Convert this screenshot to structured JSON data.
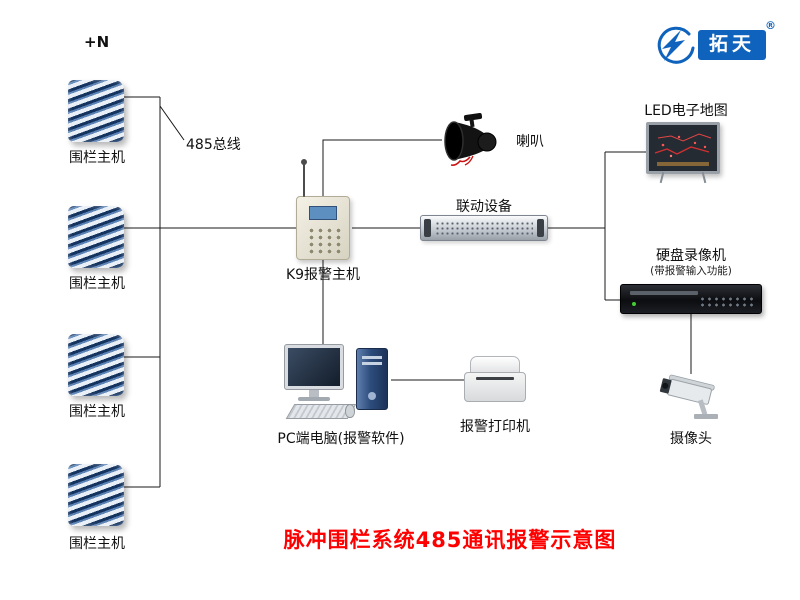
{
  "page": {
    "title": "脉冲围栏系统485通讯报警示意图",
    "title_color": "#ff0000",
    "background_color": "#ffffff",
    "line_color": "#1a1a1a"
  },
  "logo": {
    "brand": "拓天",
    "registered_mark": "®",
    "brand_color": "#0f63bc",
    "brand_text_color": "#ffffff"
  },
  "annotations": {
    "host_count": "+N",
    "bus_label": "485总线"
  },
  "nodes": {
    "fence_hosts": [
      {
        "label": "围栏主机"
      },
      {
        "label": "围栏主机"
      },
      {
        "label": "围栏主机"
      },
      {
        "label": "围栏主机"
      }
    ],
    "alarm_host": {
      "label": "K9报警主机"
    },
    "speaker": {
      "label": "喇叭"
    },
    "linkage_device": {
      "label": "联动设备"
    },
    "led_map": {
      "label": "LED电子地图"
    },
    "dvr": {
      "label": "硬盘录像机",
      "sublabel": "(带报警输入功能)"
    },
    "camera": {
      "label": "摄像头"
    },
    "pc": {
      "label": "PC端电脑(报警软件)"
    },
    "printer": {
      "label": "报警打印机"
    }
  },
  "icons": {
    "brand-swoosh-icon": "blue swirl logo mark",
    "fence-host-icon": "blue striped fence energizer unit",
    "antenna-icon": "thin antenna with ball tip",
    "alarm-host-icon": "beige keypad panel with blue screen",
    "speaker-icon": "black horn loudspeaker with red wires",
    "linkage-device-icon": "silver 1U rack device",
    "led-map-icon": "dark LED map panel with red traces",
    "dvr-icon": "black hard-disk video recorder",
    "camera-icon": "white CCTV bullet camera on bracket",
    "monitor-icon": "desktop monitor",
    "tower-icon": "blue PC tower",
    "keyboard-icon": "keyboard",
    "mouse-icon": "mouse",
    "printer-icon": "white alarm printer"
  }
}
